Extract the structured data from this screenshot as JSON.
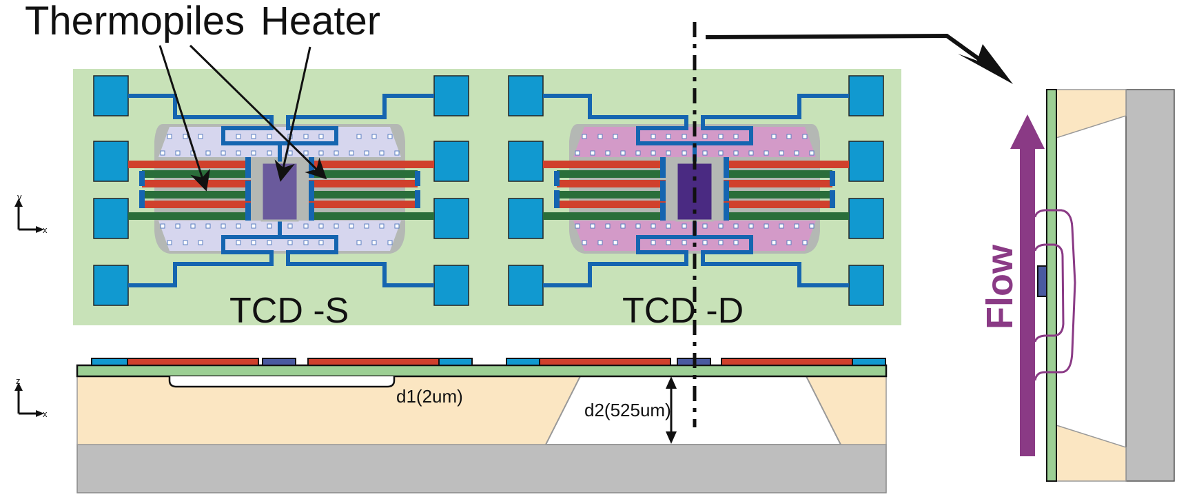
{
  "figure": {
    "callouts": {
      "thermopiles": "Thermopiles",
      "heater": "Heater"
    },
    "devices": [
      {
        "id": "tcd-s",
        "label": "TCD -S",
        "membrane_color": "#d6d6ee",
        "heater_color": "#6a5a9c"
      },
      {
        "id": "tcd-d",
        "label": "TCD -D",
        "membrane_color": "#d39ac8",
        "heater_color": "#4a2a82"
      }
    ],
    "axes": {
      "top_view": {
        "vertical": "y",
        "horizontal": "x"
      },
      "cross_section": {
        "vertical": "z",
        "horizontal": "x"
      }
    },
    "dimensions": {
      "d1": "d1(2um)",
      "d2": "d2(525um)"
    },
    "side_view": {
      "flow_label": "Flow"
    },
    "colors": {
      "chip_background": "#c8e2b8",
      "pad": "#1199d0",
      "trace": "#1565b0",
      "thermopile_red": "#d0402c",
      "thermopile_green": "#2a6e3a",
      "membrane_rim": "#b4b8b4",
      "substrate": "#fbe6c2",
      "base": "#bebebe",
      "layer_green": "#9ccf94",
      "flow": "#8a3a85"
    }
  }
}
